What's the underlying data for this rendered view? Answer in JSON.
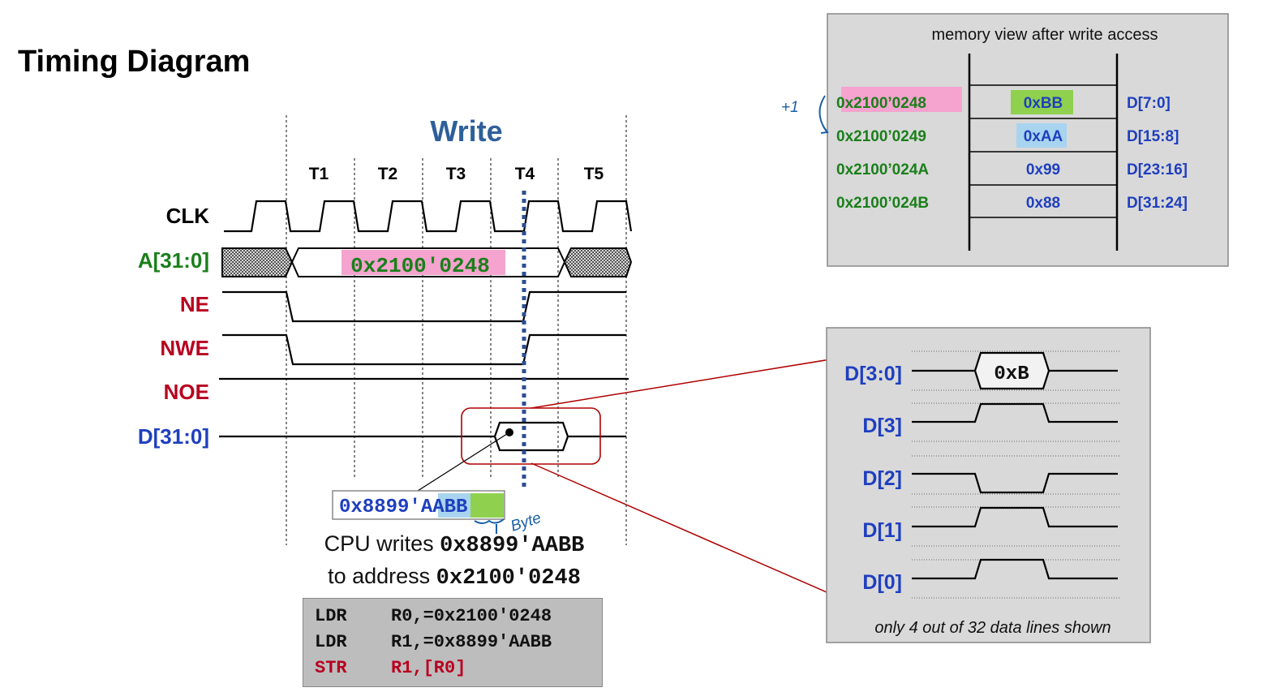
{
  "title": "Timing Diagram",
  "diagram": {
    "phase_label": "Write",
    "cycles": [
      "T1",
      "T2",
      "T3",
      "T4",
      "T5"
    ],
    "signals": [
      {
        "name": "CLK",
        "color": "#000000"
      },
      {
        "name": "A[31:0]",
        "color": "#1a7f1a"
      },
      {
        "name": "NE",
        "color": "#b8001f"
      },
      {
        "name": "NWE",
        "color": "#b8001f"
      },
      {
        "name": "NOE",
        "color": "#b8001f"
      },
      {
        "name": "D[31:0]",
        "color": "#1f3fbf"
      }
    ],
    "address_value": "0x2100'0248",
    "data_prefix": "0x8899'",
    "data_aa": "AA",
    "data_bb": "BB",
    "handwritten_note": "Byte"
  },
  "caption": {
    "line1_text": "CPU writes ",
    "line1_value": "0x8899'AABB",
    "line2_text": "to address ",
    "line2_value": "0x2100'0248"
  },
  "code": [
    {
      "op": "LDR",
      "args": "R0,=0x2100'0248"
    },
    {
      "op": "LDR",
      "args": "R1,=0x8899'AABB"
    },
    {
      "op": "STR",
      "args": "R1,[R0]"
    }
  ],
  "memory_view": {
    "title": "memory view after write access",
    "rows": [
      {
        "address": "0x2100’0248",
        "value": "0xBB",
        "bits": "D[7:0]"
      },
      {
        "address": "0x2100’0249",
        "value": "0xAA",
        "bits": "D[15:8]"
      },
      {
        "address": "0x2100’024A",
        "value": "0x99",
        "bits": "D[23:16]"
      },
      {
        "address": "0x2100’024B",
        "value": "0x88",
        "bits": "D[31:24]"
      }
    ],
    "handwritten_note": "+1"
  },
  "zoom_view": {
    "lines": [
      "D[3:0]",
      "D[3]",
      "D[2]",
      "D[1]",
      "D[0]"
    ],
    "bus_value": "0xB",
    "levels": {
      "D[3]": 1,
      "D[2]": 0,
      "D[1]": 1,
      "D[0]": 1
    },
    "footer": "only 4 out of 32 data lines shown"
  },
  "colors": {
    "green": "#1a7f1a",
    "blue": "#1f3fbf",
    "red": "#b8001f",
    "zoom_outline": "#b00000",
    "hl_pink": "#f5a3cf",
    "hl_green": "#8fd14f",
    "hl_blue": "#a8d4f0"
  }
}
